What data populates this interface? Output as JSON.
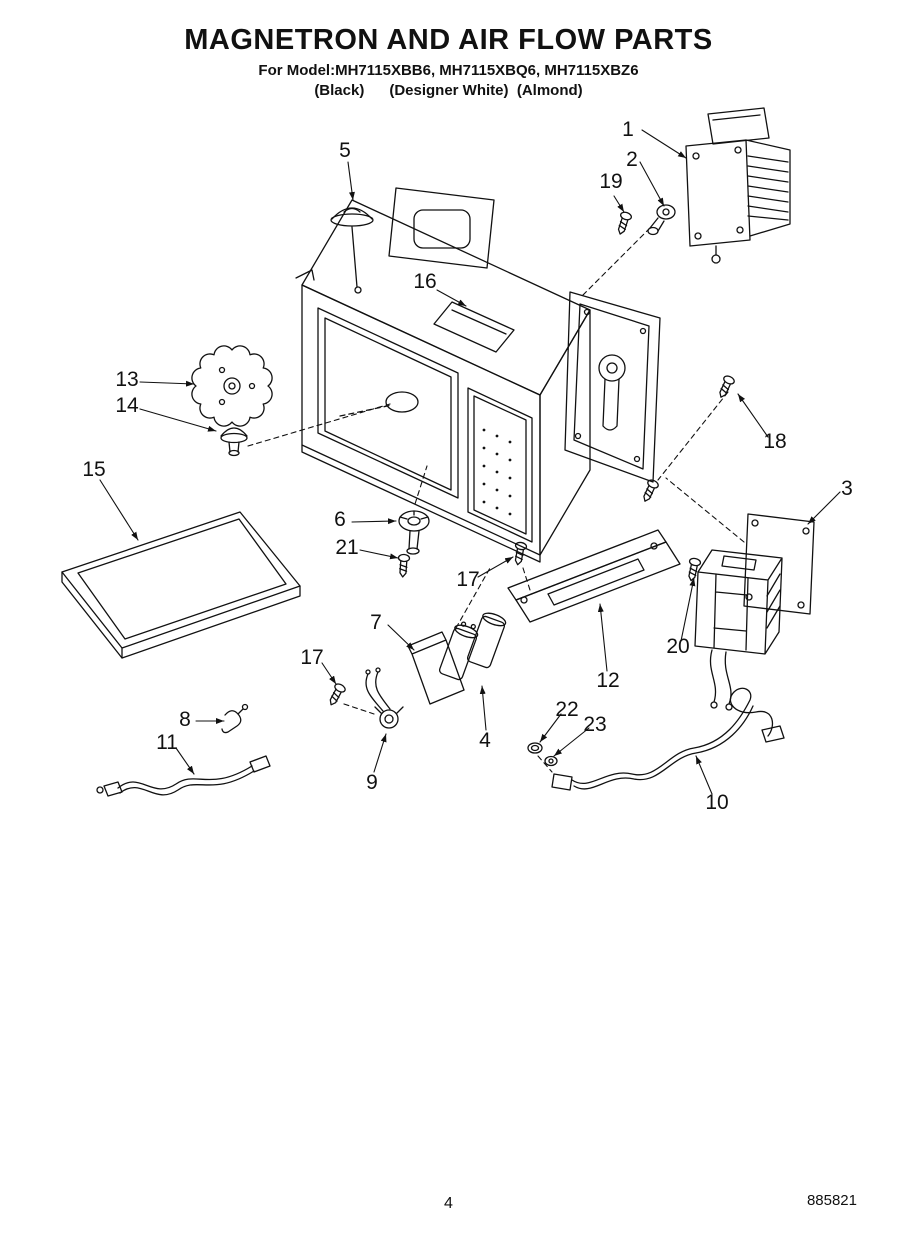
{
  "header": {
    "title": "MAGNETRON AND AIR FLOW PARTS",
    "model_line": "For Model:MH7115XBB6, MH7115XBQ6, MH7115XBZ6",
    "color_line": "(Black)      (Designer White)  (Almond)"
  },
  "footer": {
    "page_number": "4",
    "doc_number": "885821"
  },
  "diagram": {
    "type": "exploded-parts-diagram",
    "subject": "microwave magnetron and air flow assembly",
    "callouts": [
      {
        "label": "1"
      },
      {
        "label": "2"
      },
      {
        "label": "3"
      },
      {
        "label": "4"
      },
      {
        "label": "5"
      },
      {
        "label": "6"
      },
      {
        "label": "7"
      },
      {
        "label": "8"
      },
      {
        "label": "9"
      },
      {
        "label": "10"
      },
      {
        "label": "11"
      },
      {
        "label": "12"
      },
      {
        "label": "13"
      },
      {
        "label": "14"
      },
      {
        "label": "15"
      },
      {
        "label": "16"
      },
      {
        "label": "17"
      },
      {
        "label": "17"
      },
      {
        "label": "18"
      },
      {
        "label": "19"
      },
      {
        "label": "20"
      },
      {
        "label": "21"
      },
      {
        "label": "22"
      },
      {
        "label": "23"
      }
    ]
  }
}
